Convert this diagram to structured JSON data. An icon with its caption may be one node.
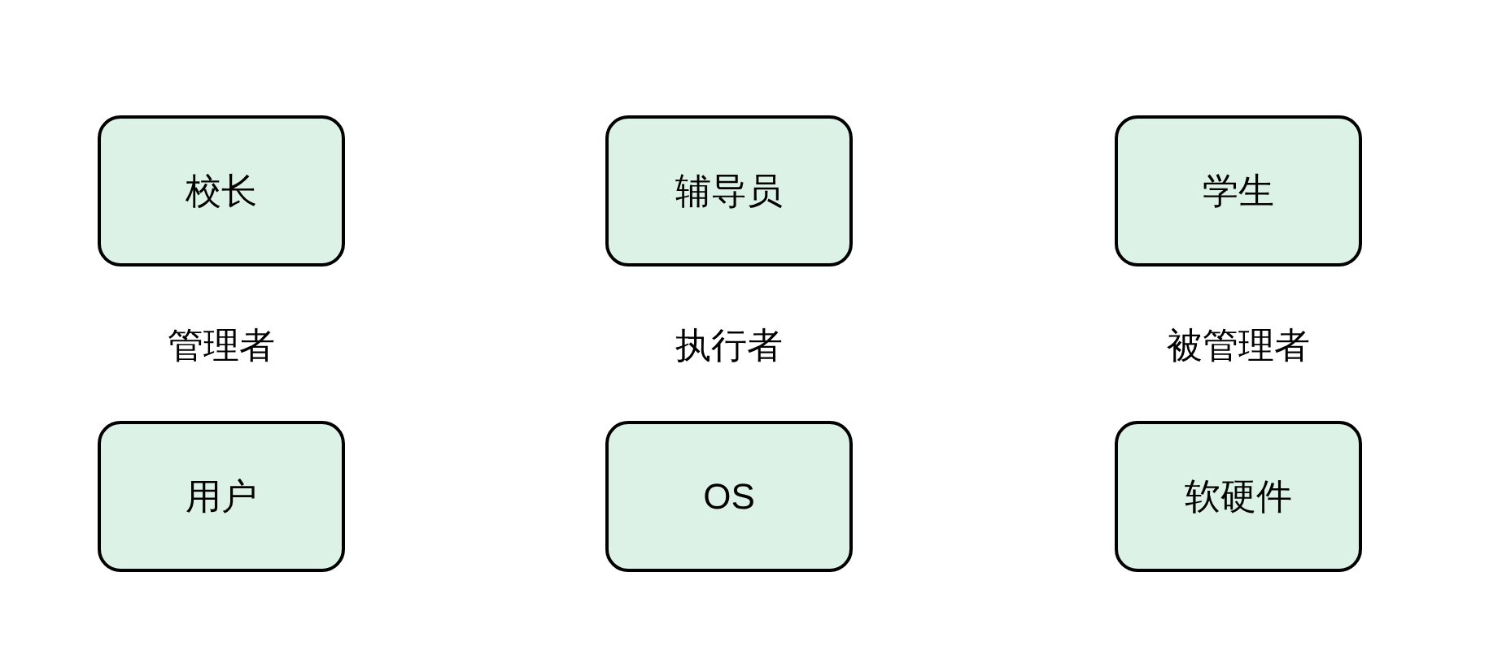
{
  "diagram": {
    "nodes": [
      {
        "text": [
          "校长"
        ]
      },
      {
        "text": [
          "辅导员"
        ]
      },
      {
        "text": [
          "学生"
        ]
      },
      {
        "text": [
          "用户"
        ]
      },
      {
        "text": [
          "OS"
        ]
      },
      {
        "text": [
          "软硬件"
        ]
      }
    ],
    "labels": [
      "管理者",
      "执行者",
      "被管理者"
    ]
  }
}
